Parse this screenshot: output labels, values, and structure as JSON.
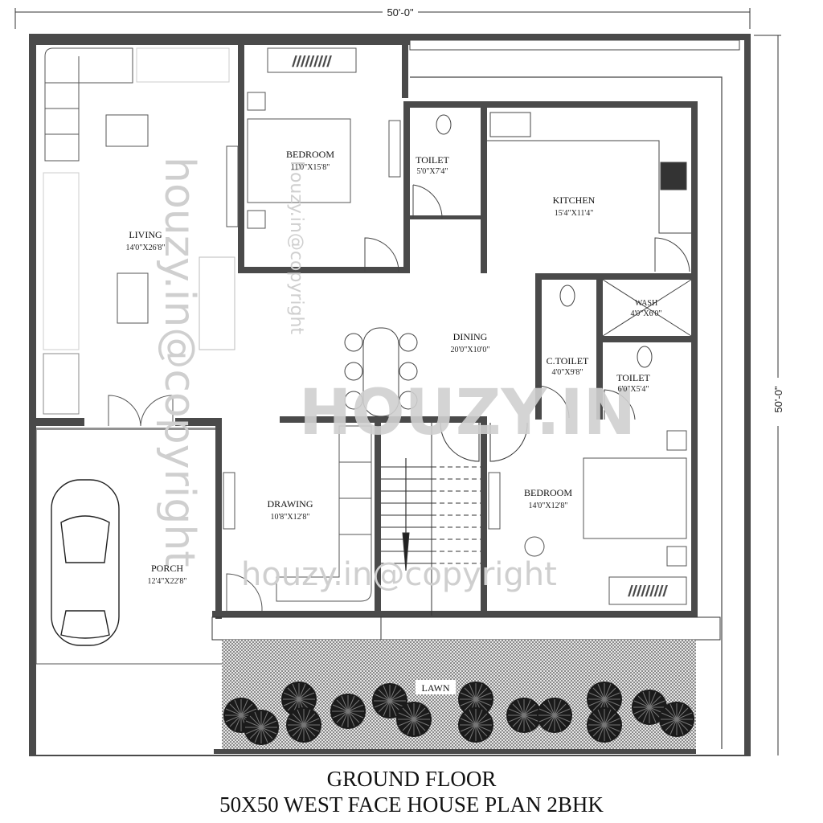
{
  "plan": {
    "title": "GROUND FLOOR",
    "subtitle": "50X50 WEST FACE HOUSE PLAN 2BHK",
    "dimension_top": "50'-0\"",
    "dimension_right": "50'-0\"",
    "watermark_text": "houzy.in@copyright",
    "watermark_brand": "HOUZY.IN",
    "colors": {
      "wall": "#4a4a4a",
      "line": "#222222",
      "watermark": "#cfcfcf",
      "lawn": "#bdbdbd",
      "tree": "#1a1a1a"
    }
  },
  "rooms": {
    "living": {
      "name": "LIVING",
      "size": "14'0\"X26'8\""
    },
    "bedroom1": {
      "name": "BEDROOM",
      "size": "11'0\"X15'8\""
    },
    "toilet1": {
      "name": "TOILET",
      "size": "5'0\"X7'4\""
    },
    "kitchen": {
      "name": "KITCHEN",
      "size": "15'4\"X11'4\""
    },
    "dining": {
      "name": "DINING",
      "size": "20'0\"X10'0\""
    },
    "wash": {
      "name": "WASH",
      "size": "4'0\"X6'0\""
    },
    "ctoilet": {
      "name": "C.TOILET",
      "size": "4'0\"X9'8\""
    },
    "toilet2": {
      "name": "TOILET",
      "size": "6'0\"X5'4\""
    },
    "drawing": {
      "name": "DRAWING",
      "size": "10'8\"X12'8\""
    },
    "bedroom2": {
      "name": "BEDROOM",
      "size": "14'0\"X12'8\""
    },
    "porch": {
      "name": "PORCH",
      "size": "12'4\"X22'8\""
    },
    "lawn": {
      "name": "LAWN"
    }
  }
}
